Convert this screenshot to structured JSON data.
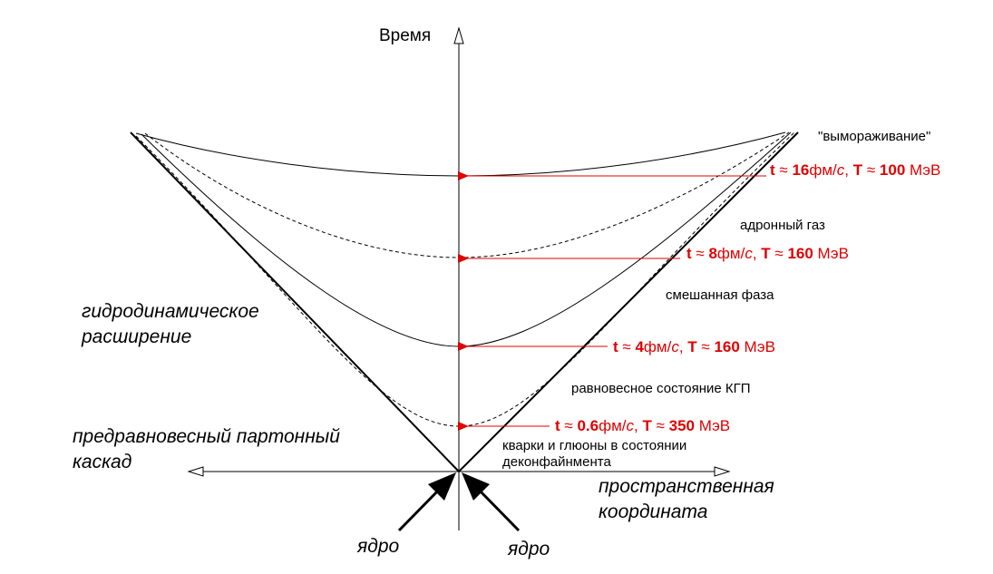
{
  "axes": {
    "time_label": "Время",
    "space_label_line1": "пространственная",
    "space_label_line2": "координата"
  },
  "regions": {
    "freezeout": "\"вымораживание\"",
    "hadron_gas": "адронный газ",
    "mixed_phase": "смешанная фаза",
    "qgp_equilibrium": "равновесное состояние КГП",
    "deconfined_line1": "кварки и глюоны в состоянии",
    "deconfined_line2": "деконфайнмента"
  },
  "left_labels": {
    "hydro_line1": "гидродинамическое",
    "hydro_line2": "расширение",
    "cascade_line1": "предравновесный партонный",
    "cascade_line2": "каскад"
  },
  "nuclei": {
    "left": "ядро",
    "right": "ядро"
  },
  "markers": [
    {
      "t": "t",
      "approx1": " ≈ ",
      "t_value": "16",
      "t_unit": "фм/",
      "c": "c",
      "sep": ", ",
      "T": "T",
      "approx2": " ≈ ",
      "T_value": "100",
      "T_unit": " МэВ"
    },
    {
      "t": "t",
      "approx1": " ≈ ",
      "t_value": "8",
      "t_unit": "фм/",
      "c": "c",
      "sep": ", ",
      "T": "T",
      "approx2": " ≈ ",
      "T_value": "160",
      "T_unit": " МэВ"
    },
    {
      "t": "t",
      "approx1": " ≈ ",
      "t_value": "4",
      "t_unit": "фм/",
      "c": "c",
      "sep": ", ",
      "T": "T",
      "approx2": " ≈ ",
      "T_value": "160",
      "T_unit": " МэВ"
    },
    {
      "t": "t",
      "approx1": " ≈ ",
      "t_value": "0.6",
      "t_unit": "фм/",
      "c": "c",
      "sep": ", ",
      "T": "T",
      "approx2": " ≈ ",
      "T_value": "350",
      "T_unit": " МэВ"
    }
  ],
  "colors": {
    "marker": "#e00000",
    "line": "#000000"
  }
}
